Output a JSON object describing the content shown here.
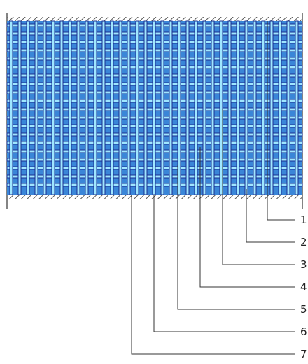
{
  "diagram": {
    "callouts": [
      {
        "label": "1"
      },
      {
        "label": "2"
      },
      {
        "label": "3"
      },
      {
        "label": "4"
      },
      {
        "label": "5"
      },
      {
        "label": "6"
      },
      {
        "label": "7"
      }
    ],
    "colors": {
      "panel_fill": "#3a86d8",
      "mesh_bar": "#9fe6ff",
      "mesh_outline": "#1a2f8f",
      "hatch": "#555555",
      "leader_line": "#333333"
    }
  }
}
